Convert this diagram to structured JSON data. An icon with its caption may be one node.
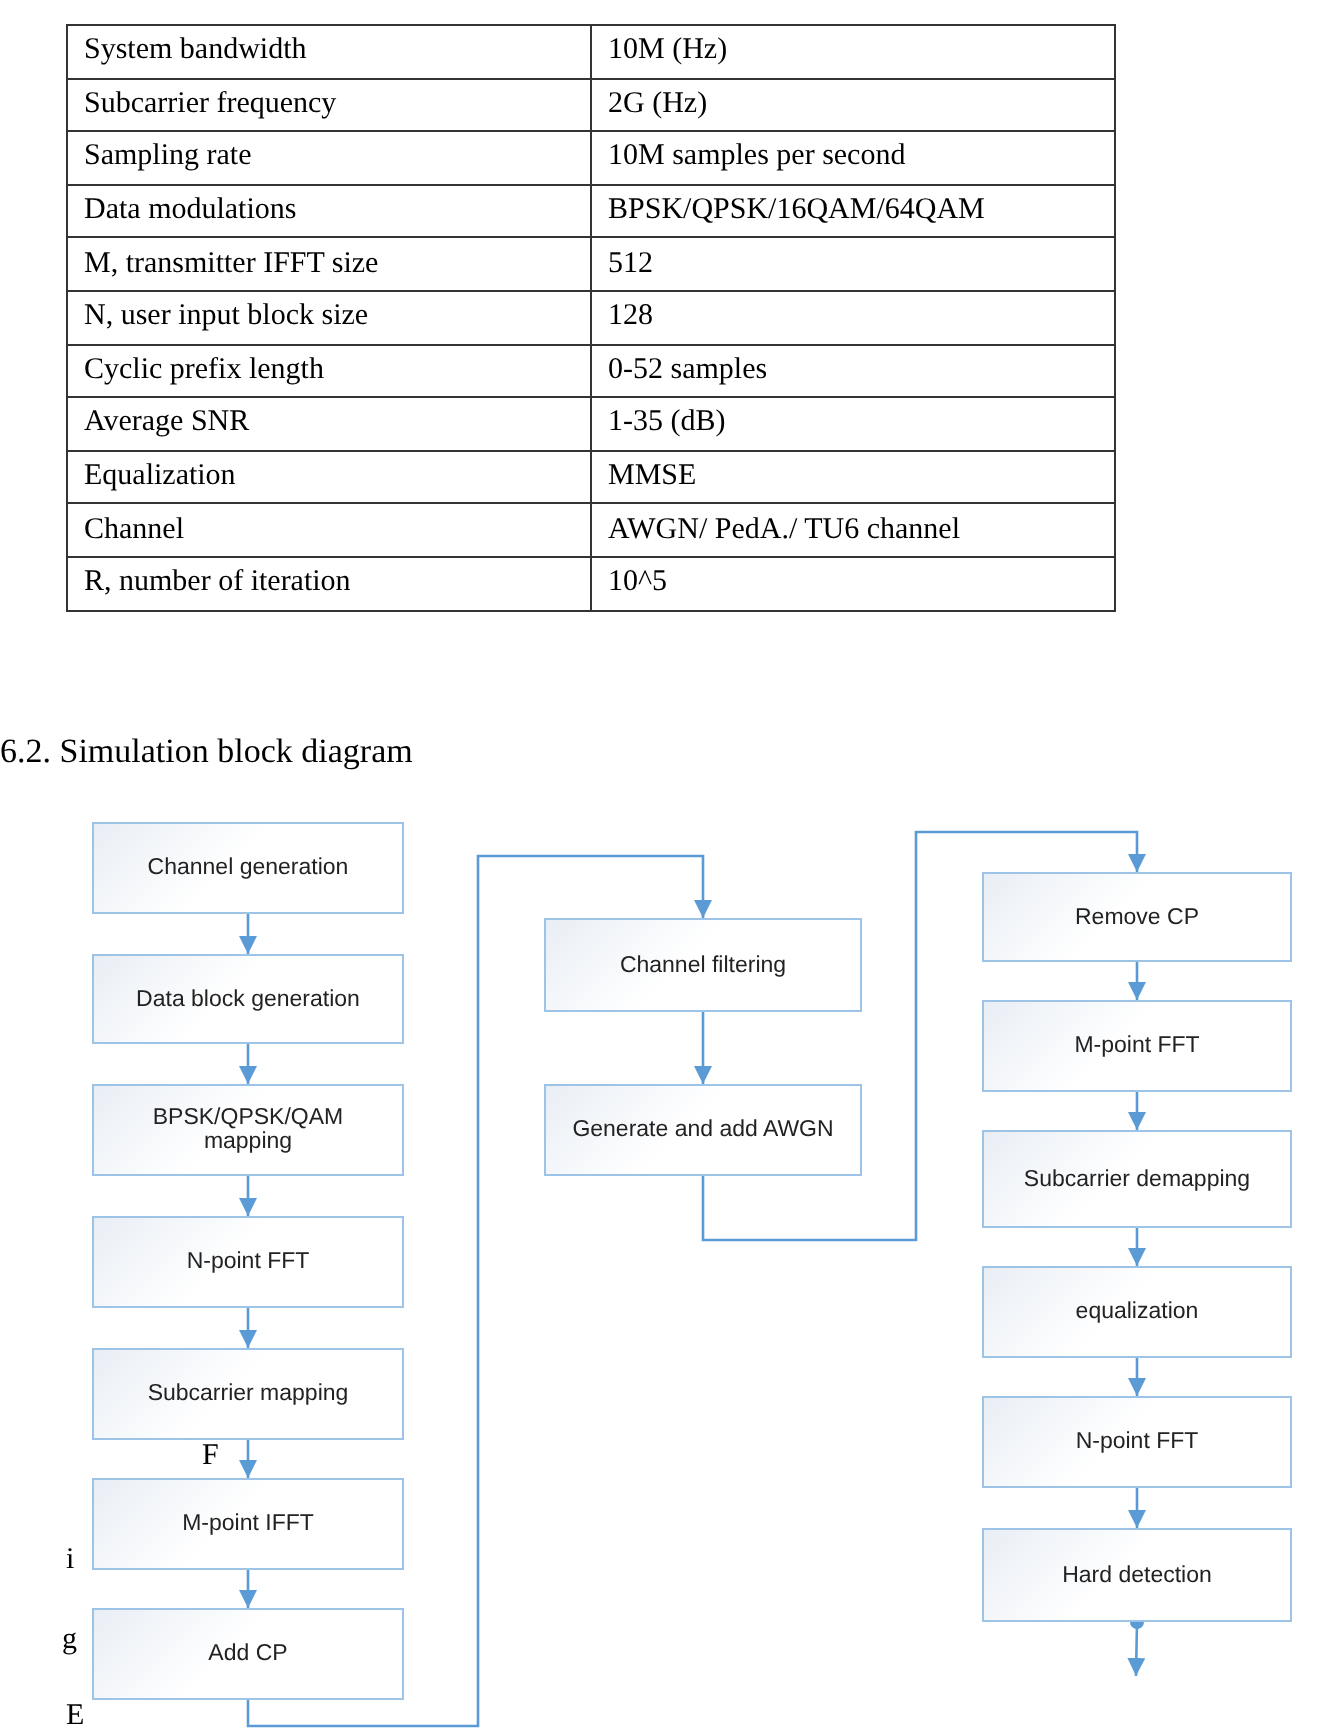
{
  "diagram": {
    "title": "6.2. Simulation block diagram",
    "nodes": [
      {
        "text": [
          "Channel generation"
        ]
      },
      {
        "text": [
          "Data block generation"
        ]
      },
      {
        "text": [
          "BPSK/QPSK/QAM mapping"
        ]
      },
      {
        "text": [
          "N-point FFT"
        ]
      },
      {
        "text": [
          "Subcarrier mapping"
        ]
      },
      {
        "text": [
          "M-point IFFT"
        ]
      },
      {
        "text": [
          "Add CP"
        ]
      },
      {
        "text": [
          "Channel filtering"
        ]
      },
      {
        "text": [
          "Generate and add AWGN"
        ]
      },
      {
        "text": [
          "Remove CP"
        ]
      },
      {
        "text": [
          "M-point FFT"
        ]
      },
      {
        "text": [
          "Subcarrier demapping"
        ]
      },
      {
        "text": [
          "equalization"
        ]
      },
      {
        "text": [
          "N-point FFT"
        ]
      },
      {
        "text": [
          "Hard detection"
        ]
      }
    ],
    "edges": [
      {
        "from": 0,
        "to": 1,
        "arrow": "to"
      },
      {
        "from": 1,
        "to": 2,
        "arrow": "to"
      },
      {
        "from": 2,
        "to": 3,
        "arrow": "to"
      },
      {
        "from": 3,
        "to": 4,
        "arrow": "to"
      },
      {
        "from": 4,
        "to": 5,
        "arrow": "to"
      },
      {
        "from": 5,
        "to": 6,
        "arrow": "to"
      },
      {
        "from": 6,
        "to": 7,
        "arrow": "to"
      },
      {
        "from": 7,
        "to": 8,
        "arrow": "to"
      },
      {
        "from": 8,
        "to": 9,
        "arrow": "to"
      },
      {
        "from": 9,
        "to": 10,
        "arrow": "to"
      },
      {
        "from": 10,
        "to": 11,
        "arrow": "to"
      },
      {
        "from": 11,
        "to": 12,
        "arrow": "to"
      },
      {
        "from": 12,
        "to": 13,
        "arrow": "to"
      },
      {
        "from": 13,
        "to": 14,
        "arrow": "to"
      },
      {
        "from": 14,
        "to": null,
        "arrow": "to"
      }
    ],
    "labels": [
      "System bandwidth",
      "10M (Hz)",
      "Subcarrier frequency",
      "2G (Hz)",
      "Sampling rate",
      "10M samples per second",
      "Data modulations",
      "BPSK/QPSK/16QAM/64QAM",
      "M, transmitter IFFT size",
      "512",
      "N, user input block size",
      "128",
      "Cyclic prefix length",
      "0-52 samples",
      "Average SNR",
      "1-35 (dB)",
      "Equalization",
      "MMSE",
      "Channel",
      "AWGN/ PedA./ TU6 channel",
      "R, number of iteration",
      "10^5",
      "F",
      "i",
      "g",
      "E"
    ]
  }
}
